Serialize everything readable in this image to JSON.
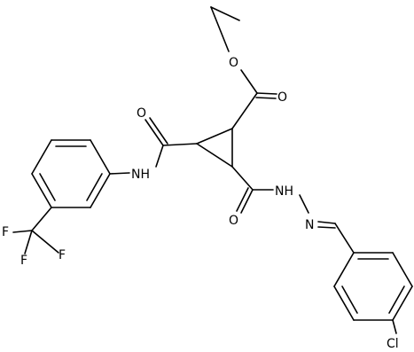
{
  "structure": {
    "atoms": {
      "ester_o": "O",
      "ester_carbonyl_o": "O",
      "amide_o": "O",
      "amide_nh": "NH",
      "hydrazide_o": "O",
      "hydrazide_nh": "NH",
      "imine_n": "N",
      "fluorine_1": "F",
      "fluorine_2": "F",
      "fluorine_3": "F",
      "chlorine": "Cl"
    }
  }
}
